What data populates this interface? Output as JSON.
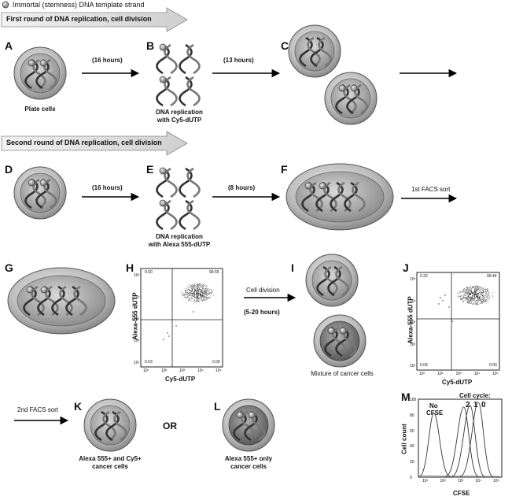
{
  "legend": {
    "text": "Immortal (stemness) DNA template strand"
  },
  "round1": {
    "banner": "First round of DNA replication, cell division"
  },
  "round2": {
    "banner": "Second round of DNA replication, cell division"
  },
  "panels": {
    "A": "A",
    "B": "B",
    "C": "C",
    "D": "D",
    "E": "E",
    "F": "F",
    "G": "G",
    "H": "H",
    "I": "I",
    "J": "J",
    "K": "K",
    "L": "L",
    "M": "M"
  },
  "captions": {
    "plate_cells": "Plate cells",
    "dna_cy5_1": "DNA replication",
    "dna_cy5_2": "with Cy5-dUTP",
    "dna_alexa_1": "DNA replication",
    "dna_alexa_2": "with Alexa 555-dUTP",
    "mixture": "Mixture of cancer cells",
    "k_1": "Alexa 555+ and Cy5+",
    "k_2": "cancer cells",
    "l_1": "Alexa 555+ only",
    "l_2": "cancer cells"
  },
  "arrows": {
    "a_b": "(16 hours)",
    "b_c": "(13 hours)",
    "d_e": "(16 hours)",
    "e_f": "(8 hours)",
    "facs1": "1st FACS sort",
    "cell_division": "Cell division",
    "cell_division_time": "(5-20 hours)",
    "facs2": "2nd FACS sort",
    "or": "OR"
  },
  "flow_h": {
    "xlabel": "Cy5-dUTP",
    "ylabel": "Alexa-555 dUTP",
    "q_ul": "0.00",
    "q_ur": "99.55",
    "q_ll": "0.03",
    "q_lr": "0.00",
    "xticks": [
      "10¹",
      "10²",
      "10³",
      "10⁴",
      "10⁵"
    ],
    "yticks": [
      "10⁵",
      "10⁴",
      "10³",
      "10²",
      "10¹"
    ]
  },
  "flow_j": {
    "xlabel": "Cy5-dUTP",
    "ylabel": "Alexa-555 dUTP",
    "q_ul": "0.32",
    "q_ur": "99.44",
    "q_ll": "0.04",
    "q_lr": "0.00",
    "xticks": [
      "10¹",
      "10²",
      "10³",
      "10⁴",
      "10⁵"
    ],
    "yticks": [
      "10⁵",
      "10⁴",
      "10³",
      "10²",
      "10¹"
    ]
  },
  "chart_m": {
    "xlabel": "CFSE",
    "ylabel": "Cell count",
    "no_cfse": "No",
    "no_cfse_2": "CFSE",
    "cell_cycle": "Cell cycle:",
    "cycles": [
      "2",
      "1",
      "0"
    ],
    "yticks": [
      "100",
      "80",
      "60",
      "40",
      "20",
      "0"
    ],
    "xticks": [
      "10¹",
      "10²",
      "10³",
      "10⁴",
      "10⁵"
    ]
  },
  "chart_data": [
    {
      "type": "scatter",
      "title": "",
      "xlabel": "Cy5-dUTP",
      "ylabel": "Alexa-555 dUTP",
      "xscale": "log",
      "yscale": "log",
      "xlim": [
        10,
        100000
      ],
      "ylim": [
        10,
        100000
      ],
      "quadrants": {
        "upper_left": 0.0,
        "upper_right": 99.55,
        "lower_left": 0.03,
        "lower_right": 0.0
      }
    },
    {
      "type": "scatter",
      "title": "",
      "xlabel": "Cy5-dUTP",
      "ylabel": "Alexa-555 dUTP",
      "xscale": "log",
      "yscale": "log",
      "xlim": [
        10,
        100000
      ],
      "ylim": [
        10,
        100000
      ],
      "quadrants": {
        "upper_left": 0.32,
        "upper_right": 99.44,
        "lower_left": 0.04,
        "lower_right": 0.0
      }
    },
    {
      "type": "line",
      "title": "",
      "xlabel": "CFSE",
      "ylabel": "Cell count",
      "xscale": "log",
      "xlim": [
        10,
        100000
      ],
      "ylim": [
        0,
        100
      ],
      "series": [
        {
          "name": "No CFSE",
          "peak_x": 55,
          "peak_y": 82
        },
        {
          "name": "2",
          "peak_x": 1500,
          "peak_y": 90
        },
        {
          "name": "1",
          "peak_x": 3000,
          "peak_y": 92
        },
        {
          "name": "0",
          "peak_x": 7500,
          "peak_y": 96
        }
      ]
    }
  ]
}
